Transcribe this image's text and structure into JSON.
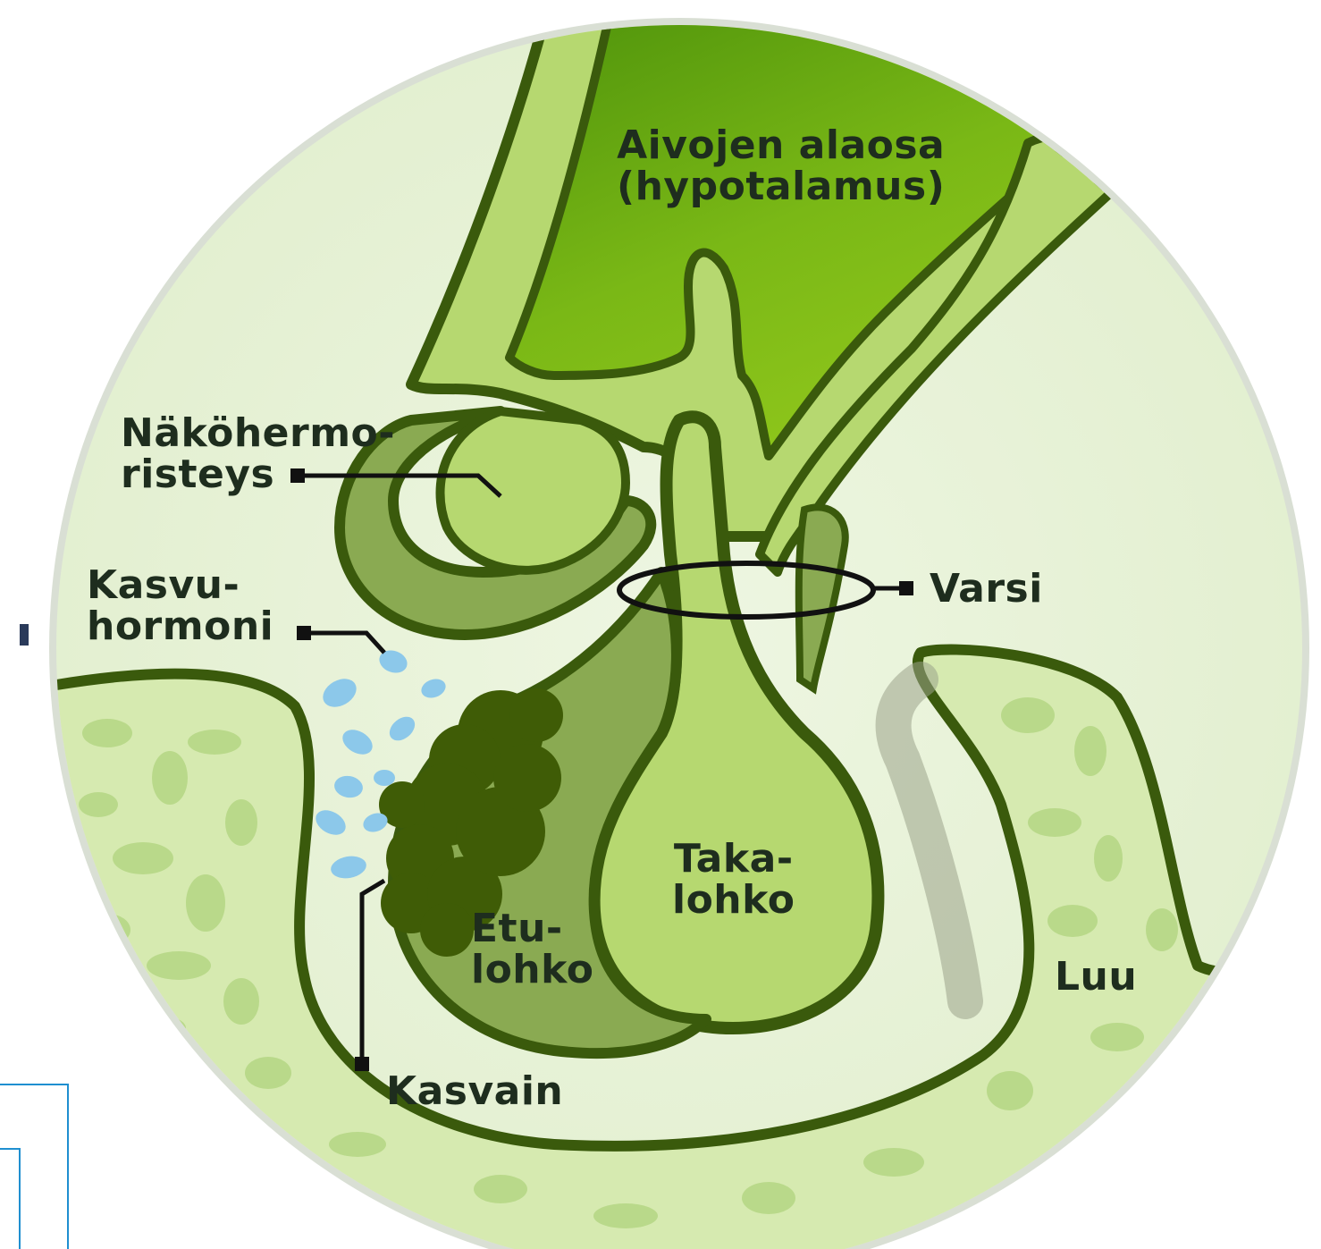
{
  "labels": {
    "hypothalamus": {
      "line1": "Aivojen alaosa",
      "line2": "(hypotalamus)"
    },
    "chiasm": {
      "line1": "Näköhermo-",
      "line2": "risteys"
    },
    "growth_hormone": {
      "line1": "Kasvu-",
      "line2": "hormoni"
    },
    "stalk": "Varsi",
    "posterior_lobe": {
      "line1": "Taka-",
      "line2": "lohko"
    },
    "anterior_lobe": {
      "line1": "Etu-",
      "line2": "lohko"
    },
    "bone": "Luu",
    "tumor": "Kasvain"
  },
  "colors": {
    "outline": "#3a5a0c",
    "hypothalamus": "#6aaa10",
    "light_tissue": "#b6d870",
    "anterior": "#8aaa52",
    "tumor": "#3f5c06",
    "hormone_drops": "#8cc8ea",
    "bone": "#d6eab0",
    "background_circle": "#e8f2d8",
    "accent_frame": "#1f8fd0",
    "text": "#1e2d1e"
  }
}
